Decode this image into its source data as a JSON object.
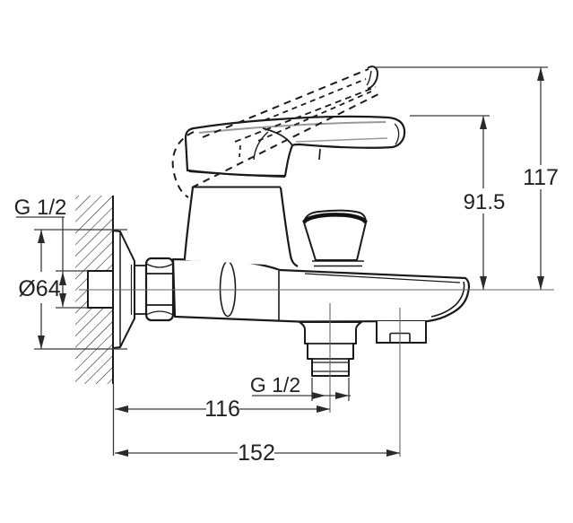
{
  "drawing": {
    "title": "Bath mixer installation dimension drawing",
    "view": "side elevation on wall",
    "background": "#ffffff",
    "outline_color": "#1a1a1a",
    "dimension_color": "#3a3a3a",
    "centerline_color": "#666666"
  },
  "labels": {
    "wall_union_thread": "G 1/2",
    "escutcheon_diameter": "Ø64",
    "height_lever_top": "91.5",
    "height_lever_raised": "117",
    "outlet_thread": "G 1/2",
    "wall_to_outlet": "116",
    "wall_to_spout_end": "152"
  }
}
